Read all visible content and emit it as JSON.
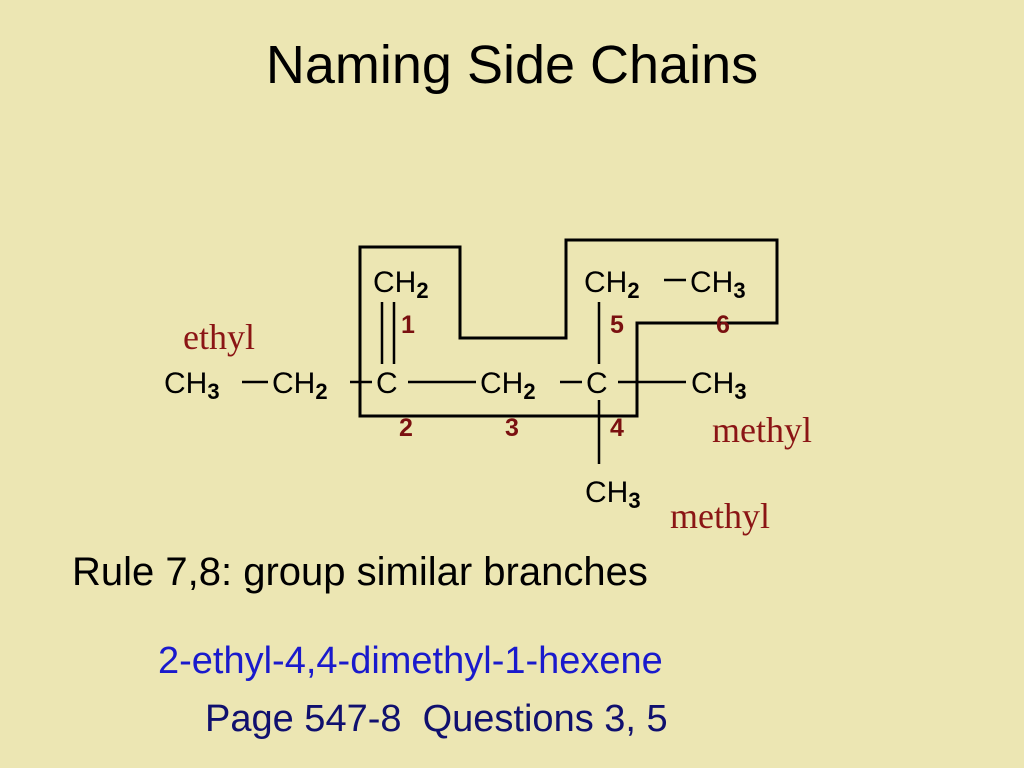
{
  "title": "Naming Side Chains",
  "diagram": {
    "groups": {
      "g_ch3_left": {
        "main": "CH",
        "sub": "3"
      },
      "g_ch2_left": {
        "main": "CH",
        "sub": "2"
      },
      "g_c2": {
        "main": "C",
        "sub": ""
      },
      "g_ch2_3": {
        "main": "CH",
        "sub": "2"
      },
      "g_c4": {
        "main": "C",
        "sub": ""
      },
      "g_ch3_right": {
        "main": "CH",
        "sub": "3"
      },
      "g_ch2_top_left": {
        "main": "CH",
        "sub": "2"
      },
      "g_ch2_5": {
        "main": "CH",
        "sub": "2"
      },
      "g_ch3_6": {
        "main": "CH",
        "sub": "3"
      },
      "g_ch3_bottom": {
        "main": "CH",
        "sub": "3"
      }
    },
    "numbers": {
      "n1": "1",
      "n2": "2",
      "n3": "3",
      "n4": "4",
      "n5": "5",
      "n6": "6"
    },
    "branch_labels": {
      "ethyl": "ethyl",
      "methyl_right": "methyl",
      "methyl_bottom": "methyl"
    },
    "colors": {
      "numbers": "#7a1010",
      "branch_labels": "#8b1515"
    }
  },
  "rule_text": "Rule 7,8: group similar branches",
  "iupac_name": "2-ethyl-4,4-dimethyl-1-hexene",
  "page_reference": "Page 547-8  Questions 3, 5"
}
